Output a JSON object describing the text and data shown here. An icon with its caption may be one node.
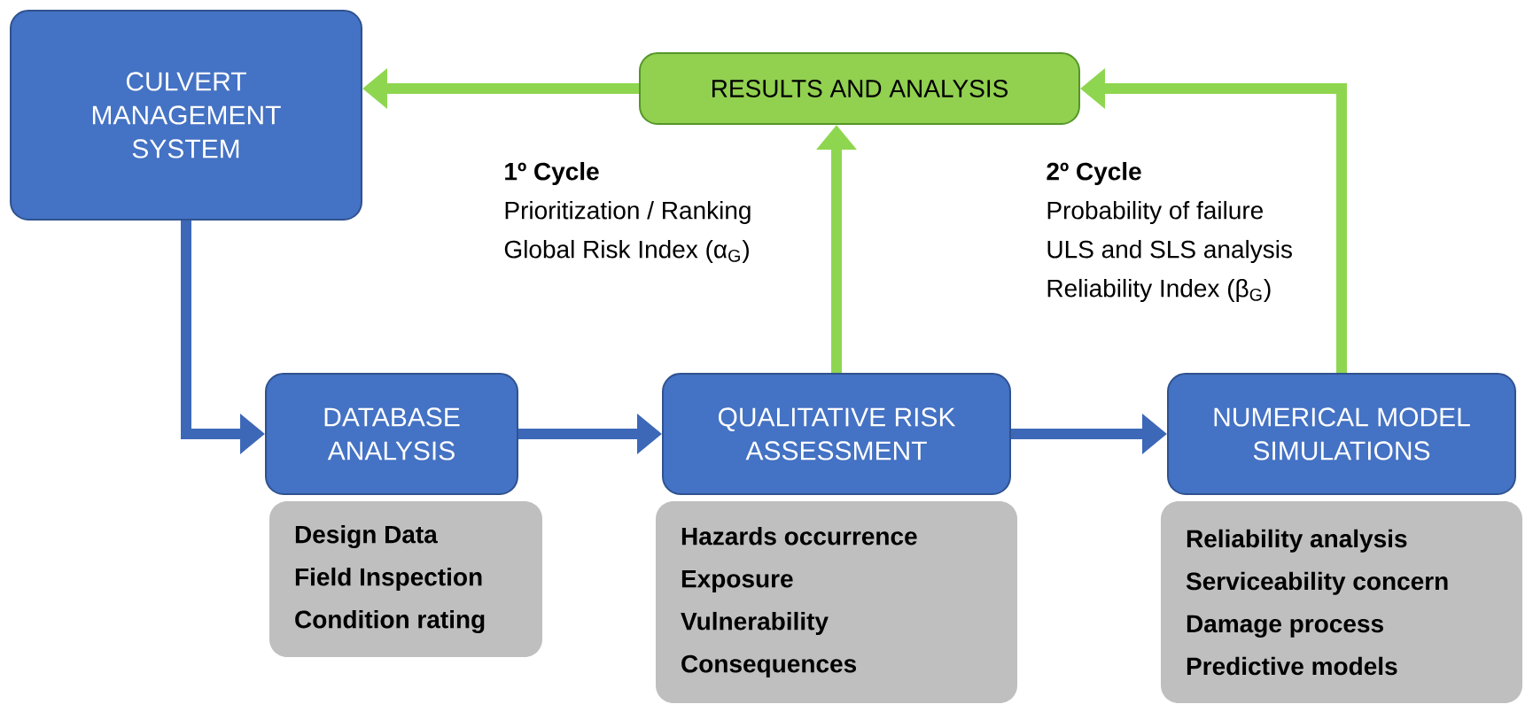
{
  "diagram": {
    "nodes": [
      {
        "text": [
          "CULVERT MANAGEMENT SYSTEM"
        ]
      },
      {
        "text": [
          "RESULTS AND ANALYSIS"
        ]
      },
      {
        "text": [
          "DATABASE ANALYSIS"
        ]
      },
      {
        "text": [
          "QUALITATIVE RISK ASSESSMENT"
        ]
      },
      {
        "text": [
          "NUMERICAL MODEL SIMULATIONS"
        ]
      },
      {
        "text": [
          "Design Data",
          "Field Inspection",
          "Condition rating"
        ]
      },
      {
        "text": [
          "Hazards occurrence",
          "Exposure",
          "Vulnerability",
          "Consequences"
        ]
      },
      {
        "text": [
          "Reliability analysis",
          "Serviceability concern",
          "Damage process",
          "Predictive models"
        ]
      }
    ],
    "edges": [
      {
        "from": 0,
        "to": 2,
        "arrow": "to",
        "color": "#3d68b8"
      },
      {
        "from": 2,
        "to": 3,
        "arrow": "to",
        "color": "#3d68b8"
      },
      {
        "from": 3,
        "to": 4,
        "arrow": "to",
        "color": "#3d68b8"
      },
      {
        "from": 3,
        "to": 1,
        "arrow": "to",
        "color": "#8fd650"
      },
      {
        "from": 4,
        "to": 1,
        "arrow": "to",
        "color": "#8fd650"
      },
      {
        "from": 1,
        "to": 0,
        "arrow": "to",
        "color": "#8fd650"
      }
    ],
    "labels": [
      "1º Cycle",
      "Prioritization / Ranking",
      "Global Risk Index (α$_{G}$)",
      "2º Cycle",
      "Probability of failure",
      "ULS and SLS analysis",
      "Reliability Index (β$_{G}$)"
    ]
  }
}
